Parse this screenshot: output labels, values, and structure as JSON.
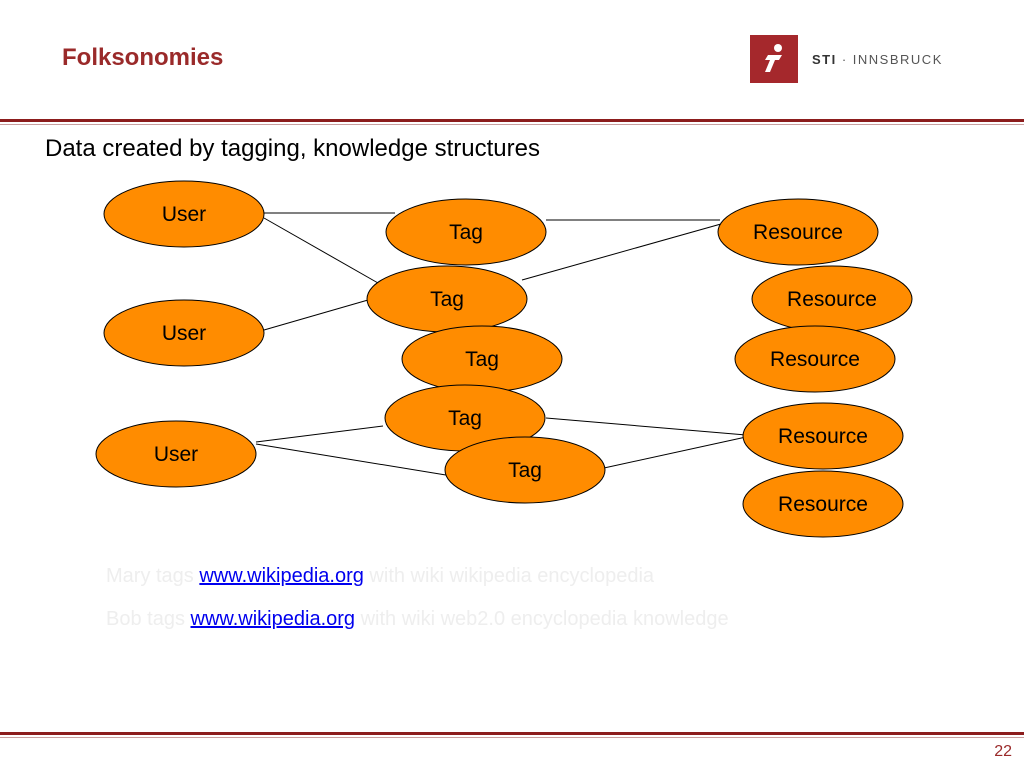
{
  "slide": {
    "title": "Folksonomies",
    "subtitle": "Data created by tagging, knowledge structures",
    "page_number": "22",
    "logo": {
      "brand": "STI",
      "separator": " · ",
      "place": "INNSBRUCK",
      "icon": "sti-runner-icon"
    }
  },
  "diagram": {
    "node_fill": "#ff8c00",
    "node_stroke": "#000000",
    "users": [
      {
        "id": "user1",
        "label": "User"
      },
      {
        "id": "user2",
        "label": "User"
      },
      {
        "id": "user3",
        "label": "User"
      }
    ],
    "tags": [
      {
        "id": "tag1",
        "label": "Tag"
      },
      {
        "id": "tag2",
        "label": "Tag"
      },
      {
        "id": "tag3",
        "label": "Tag"
      },
      {
        "id": "tag4",
        "label": "Tag"
      },
      {
        "id": "tag5",
        "label": "Tag"
      }
    ],
    "resources": [
      {
        "id": "res1",
        "label": "Resource"
      },
      {
        "id": "res2",
        "label": "Resource"
      },
      {
        "id": "res3",
        "label": "Resource"
      },
      {
        "id": "res4",
        "label": "Resource"
      },
      {
        "id": "res5",
        "label": "Resource"
      }
    ],
    "edges": [
      [
        "user1",
        "tag1"
      ],
      [
        "user1",
        "tag2"
      ],
      [
        "user2",
        "tag2"
      ],
      [
        "tag1",
        "res1"
      ],
      [
        "tag2",
        "res1"
      ],
      [
        "user3",
        "tag4"
      ],
      [
        "user3",
        "tag5"
      ],
      [
        "tag4",
        "res4"
      ],
      [
        "tag5",
        "res4"
      ]
    ]
  },
  "captions": [
    {
      "before": "Mary tags ",
      "link": "www.wikipedia.org",
      "after": " with wiki wikipedia encyclopedia"
    },
    {
      "before": "Bob tags ",
      "link": "www.wikipedia.org",
      "after": " with wiki web2.0 encyclopedia knowledge"
    }
  ]
}
